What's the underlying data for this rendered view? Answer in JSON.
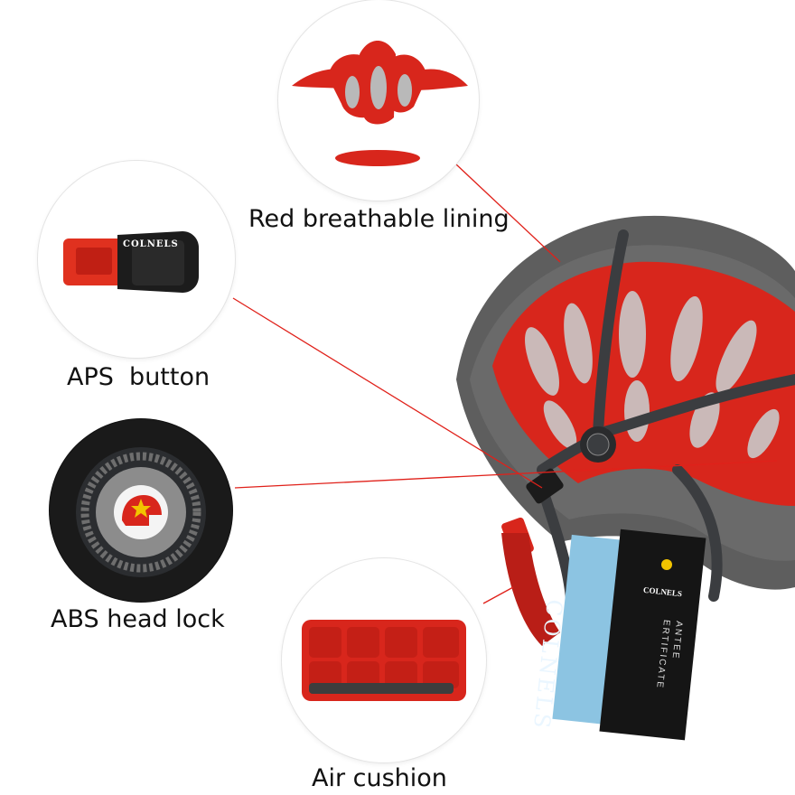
{
  "callouts": {
    "lining": "Red breathable lining",
    "button": "APS  button",
    "lock": "ABS head lock",
    "cushion": "Air cushion"
  },
  "product": {
    "buckle_brand": "COLNELS",
    "tag_brand": "COLNELS",
    "tag_logo_text": "COLNELS",
    "certificate_text": "ANTEE\nERTIFICATE"
  },
  "colors": {
    "lining_red": "#d8261c",
    "shell_grey": "#5e5e5e",
    "strap_dark": "#3b3d40",
    "leader_line": "#e0211a",
    "tag_blue": "#8cc4e2",
    "tag_black": "#151515"
  }
}
